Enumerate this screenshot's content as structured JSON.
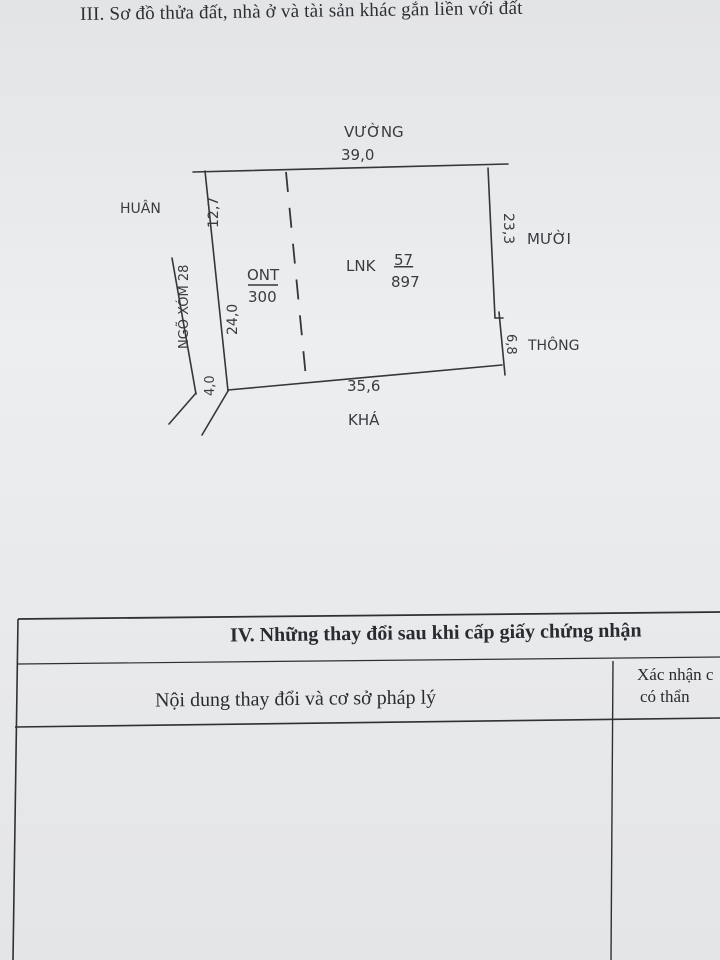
{
  "section_heading": "III. Sơ đồ thửa đất, nhà ở và tài sản khác gắn liền với đất",
  "plot": {
    "neighbors": {
      "north": "VƯỜNG",
      "west": "HUÂN",
      "east": "MƯỜI",
      "east_lower": "THÔNG",
      "south": "KHÁ"
    },
    "road": "NGÕ XÓM 28",
    "dimensions": {
      "north_edge": "39,0",
      "south_edge": "35,6",
      "east_upper": "23,3",
      "east_lower": "6,8",
      "west_upper": "12,7",
      "west_lower": "24,0",
      "road_width": "4,0"
    },
    "zone_residential": {
      "code": "ONT",
      "area": "300"
    },
    "parcel": {
      "label": "LNK",
      "number": "57",
      "area": "897"
    }
  },
  "changes_table": {
    "title": "IV. Những thay đổi sau khi cấp giấy chứng nhận",
    "col_content": "Nội dung thay đổi và cơ sở pháp lý",
    "col_confirm_line1": "Xác nhận c",
    "col_confirm_line2": "có thẩn"
  }
}
